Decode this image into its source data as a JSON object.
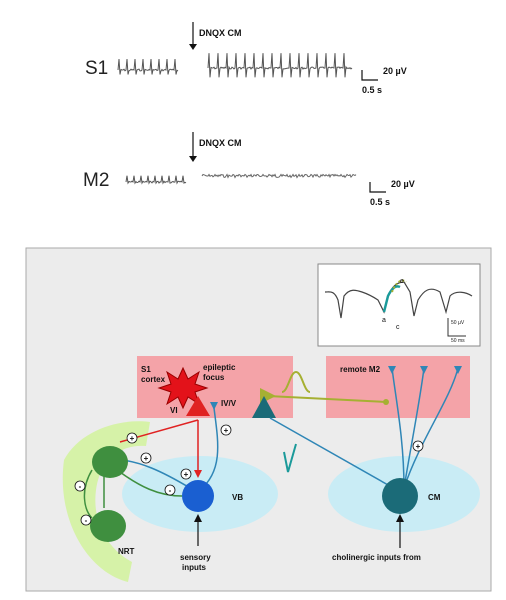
{
  "traces": {
    "s1": {
      "label": "S1",
      "drug": "DNQX CM",
      "amp_scale": "20 µV",
      "time_scale": "0.5 s"
    },
    "m2": {
      "label": "M2",
      "drug": "DNQX CM",
      "amp_scale": "20 µV",
      "time_scale": "0.5 s"
    }
  },
  "diagram": {
    "regions": {
      "s1_cortex": "S1\ncortex",
      "epileptic_focus": "epileptic\nfocus",
      "remote_m2": "remote M2",
      "layer_vi": "VI",
      "layer_iv_v": "IV/V",
      "vb": "VB",
      "cm": "CM",
      "nrt": "NRT"
    },
    "inputs": {
      "sensory": "sensory\ninputs",
      "cholinergic": "cholinergic inputs from"
    },
    "inset": {
      "scale_amp": "50 µV",
      "scale_time": "50 ms",
      "markers": [
        "a",
        "c",
        "e"
      ]
    },
    "signs": {
      "plus": "+",
      "minus": "-"
    },
    "colors": {
      "cortex_box": "#f4a3a8",
      "thalamus_ellipse": "#c9ecf5",
      "nrt_band": "#d6f2a8",
      "nrt_cell": "#3f8f3f",
      "relay_cell": "#1a5fd1",
      "cm_cell": "#1b6b78",
      "pathway": "#2f86b6",
      "focus_star": "#e3121a",
      "m2_pathway": "#a6b032",
      "vi_cell": "#e02222",
      "panel_bg": "#ececec"
    }
  }
}
